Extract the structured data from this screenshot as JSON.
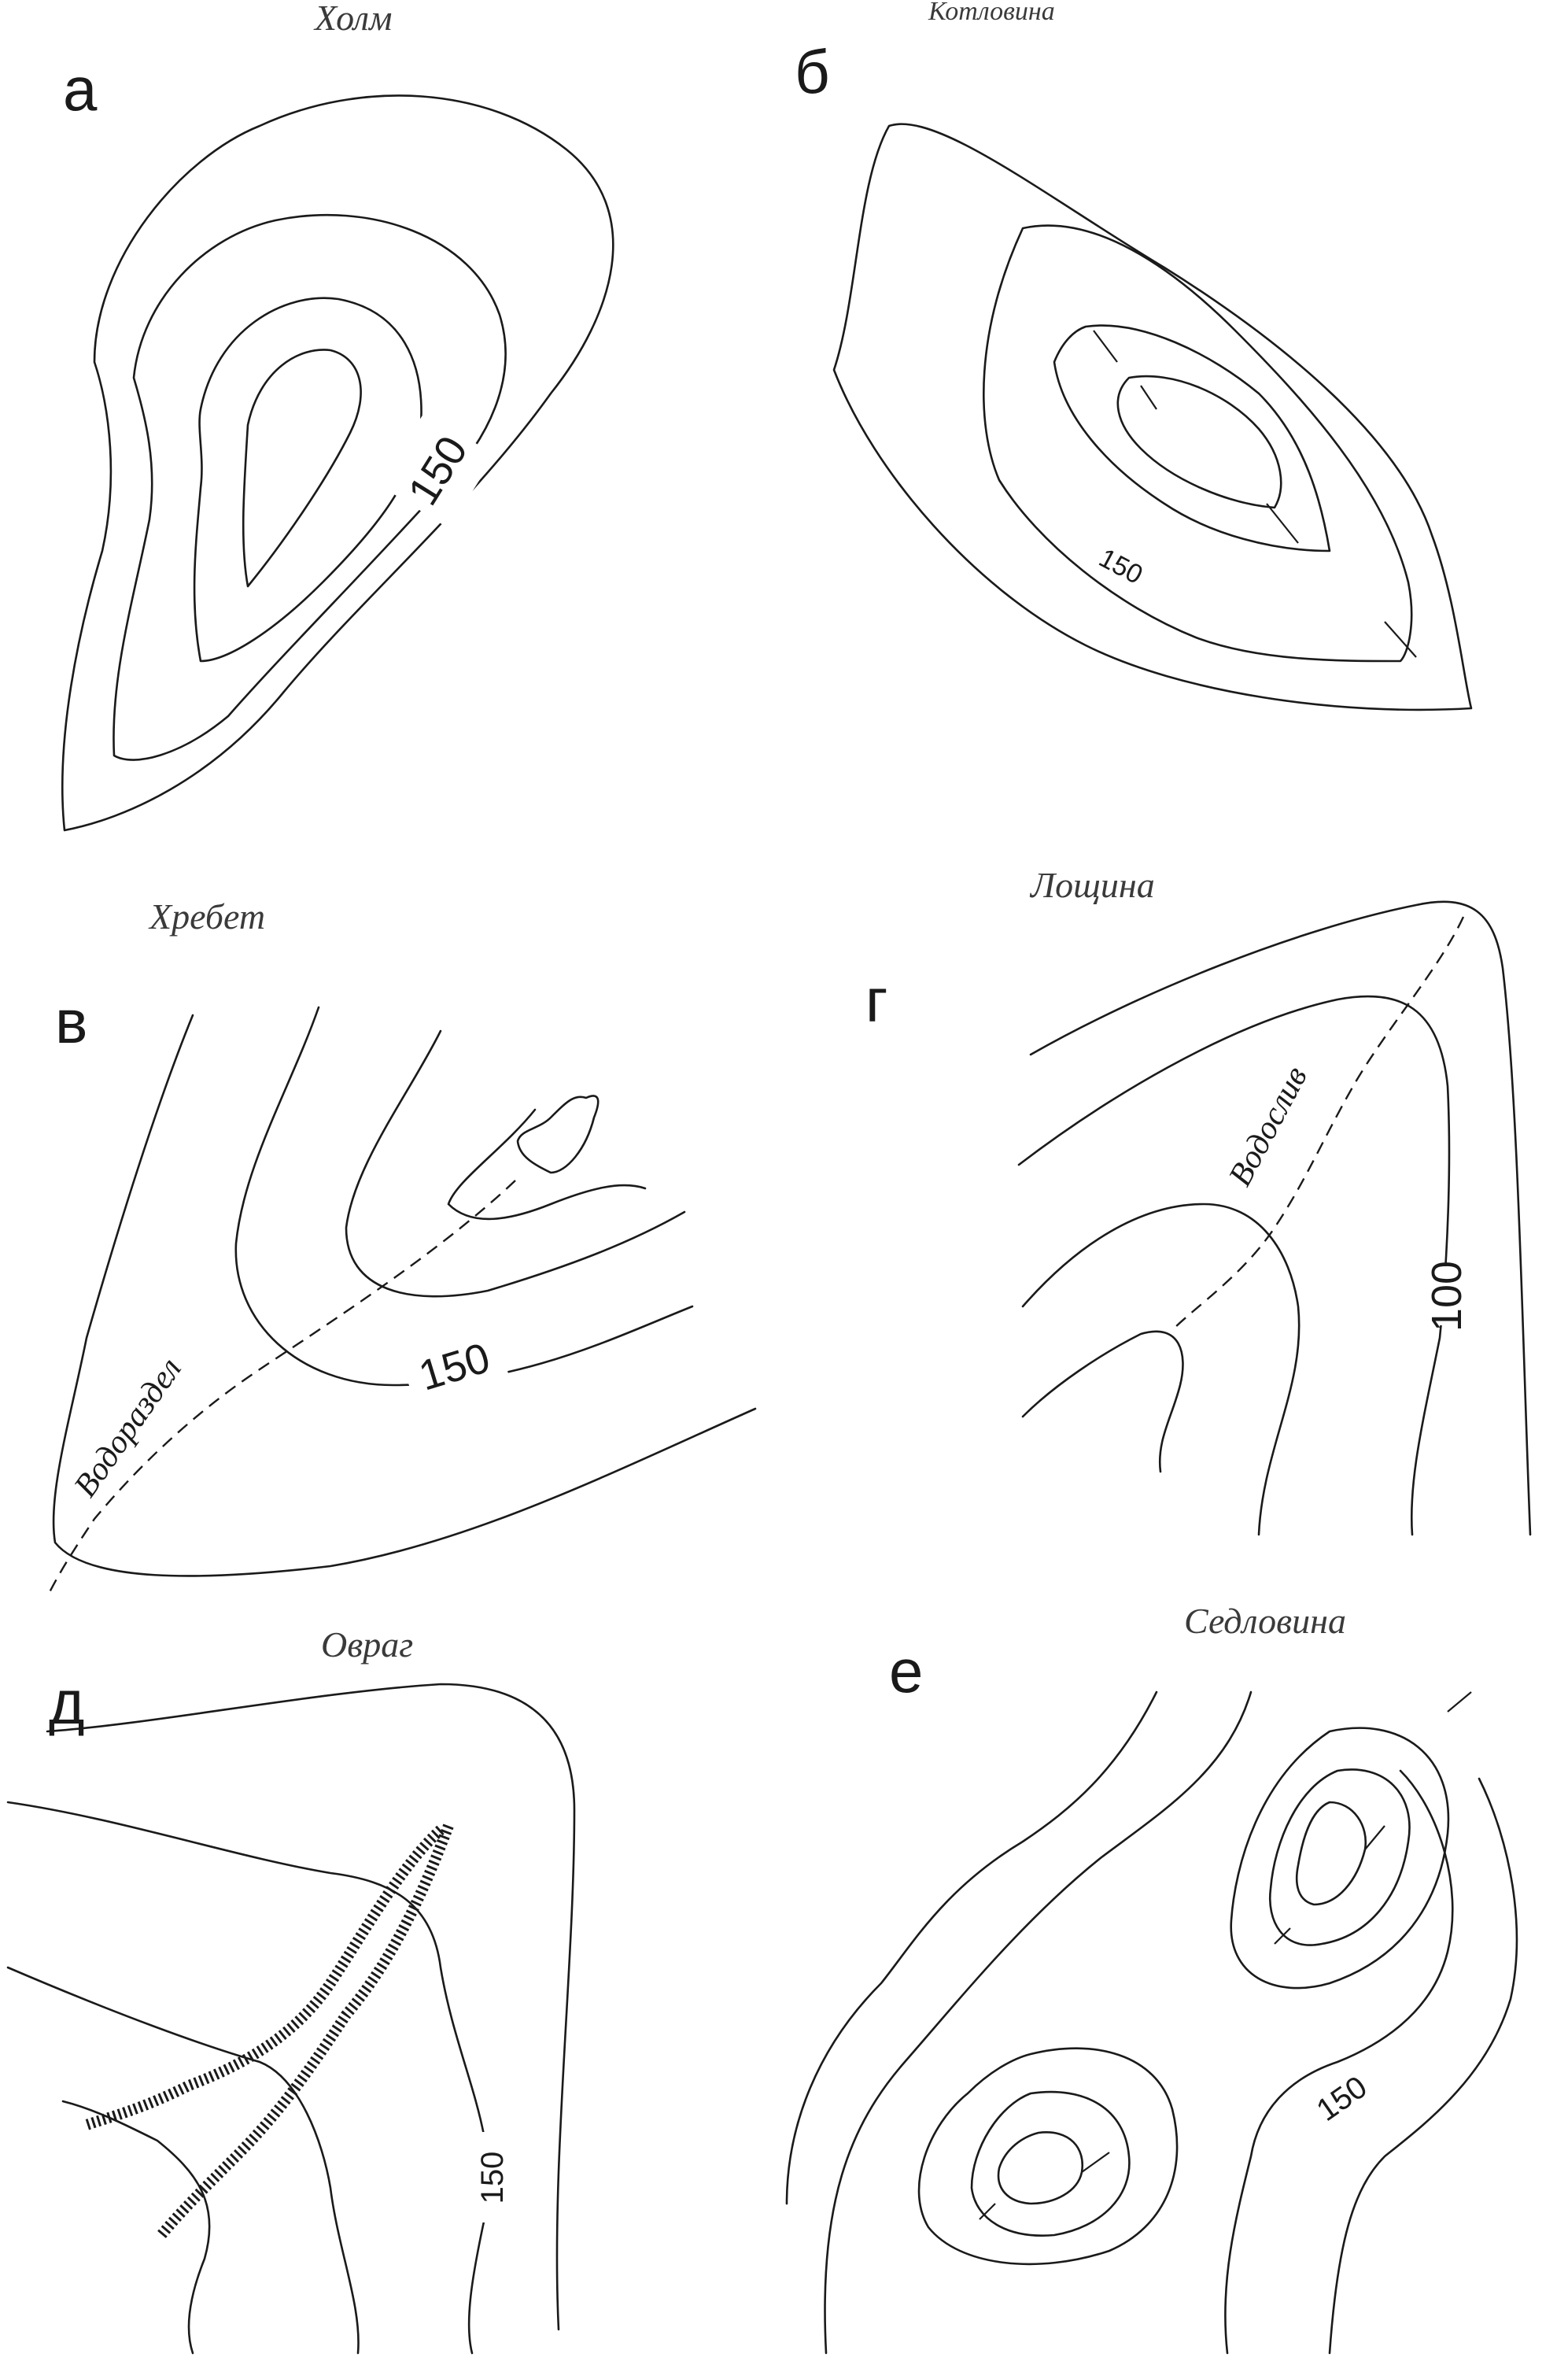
{
  "panels": {
    "a": {
      "letter": "а",
      "title": "Холм",
      "contour_label": "150"
    },
    "b": {
      "letter": "б",
      "title": "Котловина",
      "contour_label": "150"
    },
    "v": {
      "letter": "в",
      "title": "Хребет",
      "contour_label": "150",
      "line_label": "Водораздел"
    },
    "g": {
      "letter": "г",
      "title": "Лощина",
      "contour_label": "100",
      "line_label": "Водослив"
    },
    "d": {
      "letter": "д",
      "title": "Овраг",
      "contour_label": "150"
    },
    "e": {
      "letter": "е",
      "title": "Седловина",
      "contour_label": "150"
    }
  },
  "colors": {
    "line": "#1a1a1a",
    "title": "#3a3a3a",
    "background": "#ffffff"
  }
}
